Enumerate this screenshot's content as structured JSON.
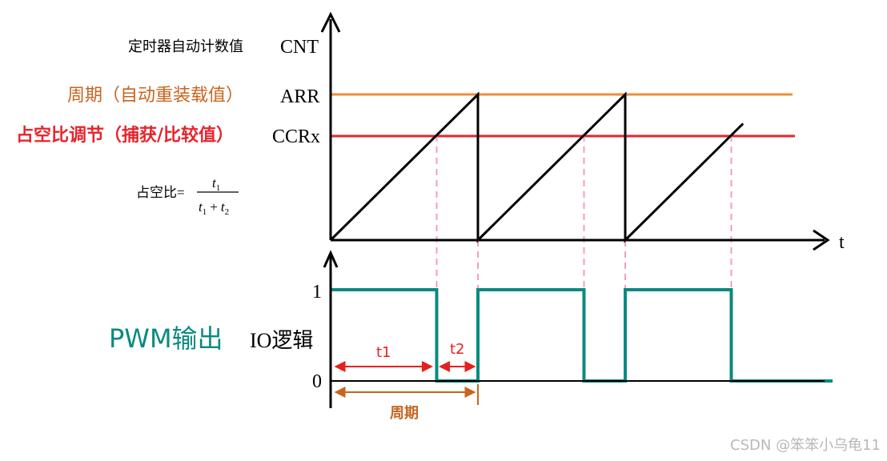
{
  "labels": {
    "cnt_caption": "定时器自动计数值",
    "cnt_symbol": "CNT",
    "arr_caption": "周期（自动重装载值）",
    "arr_symbol": "ARR",
    "ccr_caption": "占空比调节（捕获/比较值）",
    "ccr_symbol": "CCRx",
    "time_axis": "t",
    "level_high": "1",
    "level_low": "0",
    "pwm_caption": "PWM输出",
    "io_caption": "IO逻辑",
    "t1": "t1",
    "t2": "t2",
    "period": "周期"
  },
  "formula": {
    "lhs": "占空比=",
    "numerator": "t",
    "numerator_sub": "1",
    "den_a": "t",
    "den_a_sub": "1",
    "plus": "+",
    "den_b": "t",
    "den_b_sub": "2"
  },
  "watermark": "CSDN @笨笨小乌龟11",
  "colors": {
    "arr": "#f08c3a",
    "ccr": "#e8242c",
    "period_label": "#c8641e",
    "pwm": "#0a8a80",
    "guide": "#f4a0b4",
    "marker": "#e81e1e",
    "axis": "#000000"
  },
  "chart_data": {
    "type": "line",
    "description_free": true,
    "cycles": [
      {
        "start": 0,
        "end": 1
      },
      {
        "start": 1,
        "end": 2
      },
      {
        "start": 2,
        "end": 2.8
      }
    ],
    "counter": {
      "min": 0,
      "arr": 1.0,
      "ccr": 0.72
    },
    "pwm": {
      "high": 1,
      "low": 0,
      "ccr_fraction": 0.72
    },
    "annotations": {
      "t1": {
        "from": 0,
        "to": 0.72
      },
      "t2": {
        "from": 0.72,
        "to": 1
      },
      "period": {
        "from": 0,
        "to": 1
      }
    }
  }
}
